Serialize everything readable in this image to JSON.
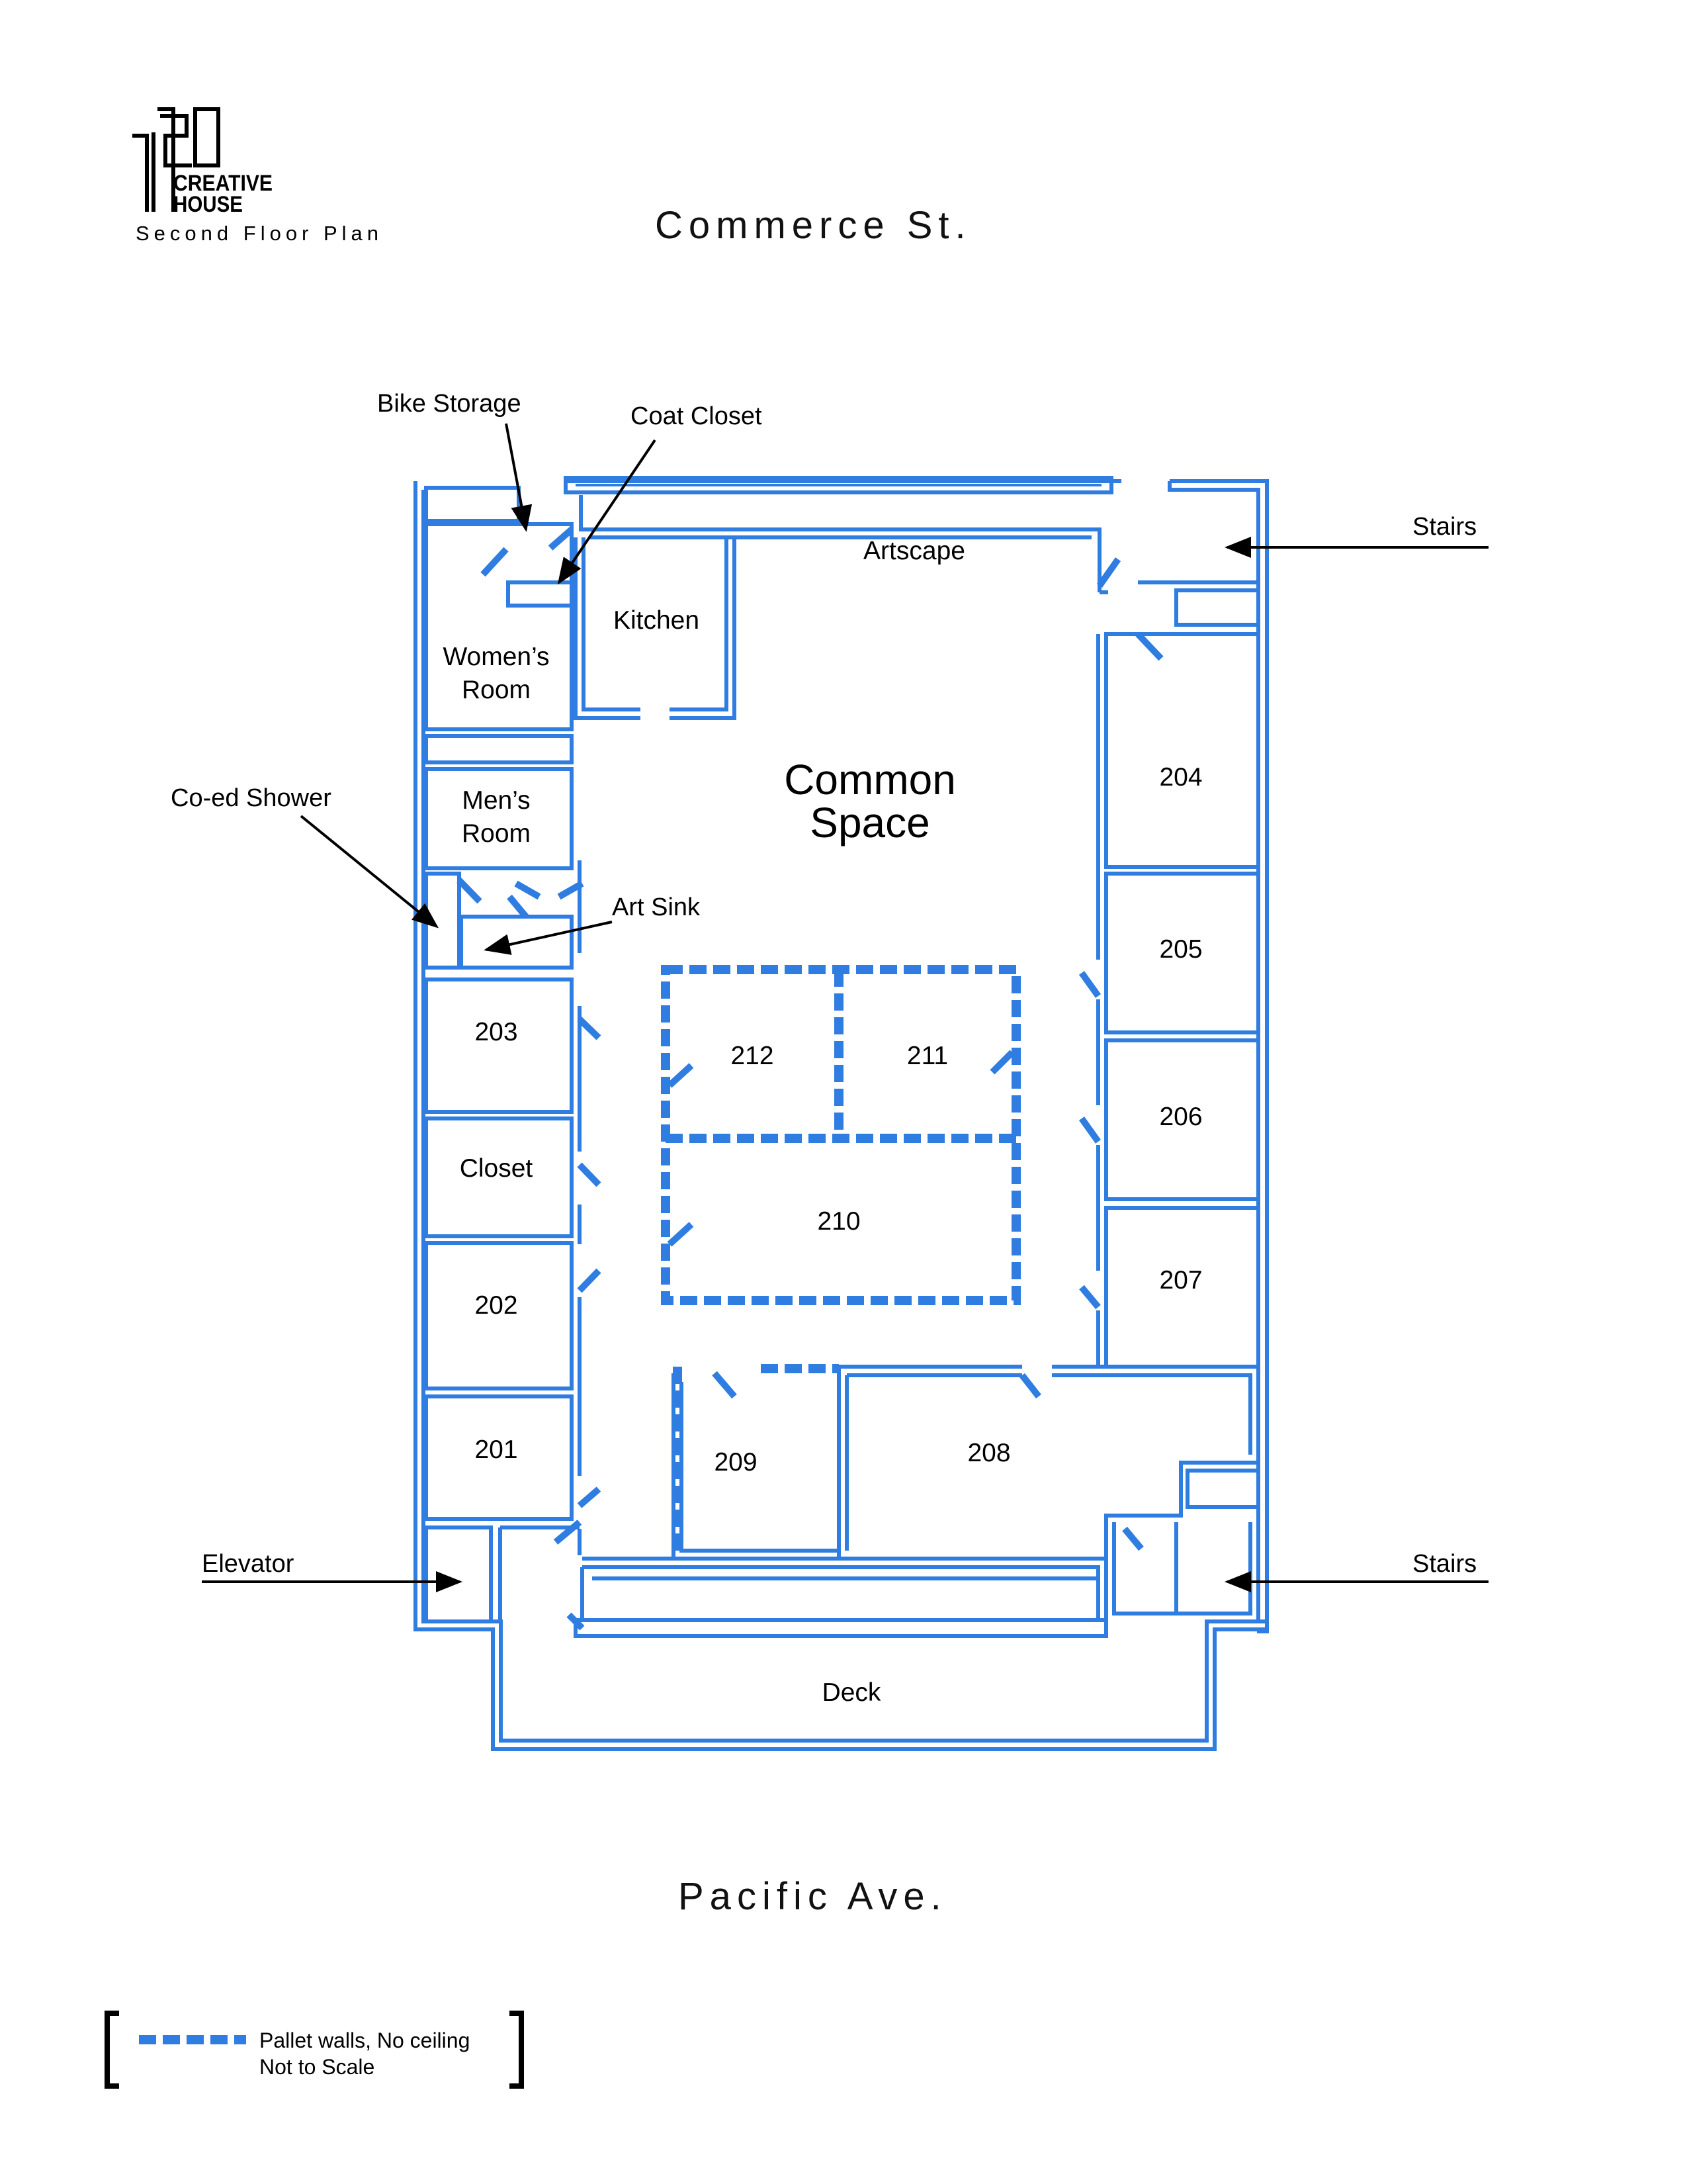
{
  "logo": {
    "number": "1120",
    "line1": "CREATIVE",
    "line2": "HOUSE",
    "subtitle": "Second Floor Plan"
  },
  "streets": {
    "top": "Commerce St.",
    "bottom": "Pacific Ave."
  },
  "callouts": {
    "bike_storage": "Bike Storage",
    "coat_closet": "Coat Closet",
    "stairs_top": "Stairs",
    "coed_shower": "Co-ed Shower",
    "art_sink": "Art Sink",
    "elevator": "Elevator",
    "stairs_bottom": "Stairs"
  },
  "rooms": {
    "artscape": "Artscape",
    "kitchen": "Kitchen",
    "womens_room_1": "Women’s",
    "womens_room_2": "Room",
    "mens_room_1": "Men’s",
    "mens_room_2": "Room",
    "common_space_1": "Common",
    "common_space_2": "Space",
    "r204": "204",
    "r205": "205",
    "r206": "206",
    "r207": "207",
    "r203": "203",
    "closet": "Closet",
    "r202": "202",
    "r201": "201",
    "r212": "212",
    "r211": "211",
    "r210": "210",
    "r209": "209",
    "r208": "208",
    "deck": "Deck"
  },
  "legend": {
    "line1": "Pallet walls, No ceiling",
    "line2": "Not to Scale"
  },
  "colors": {
    "wall": "#2f7de1",
    "text": "#000000"
  }
}
